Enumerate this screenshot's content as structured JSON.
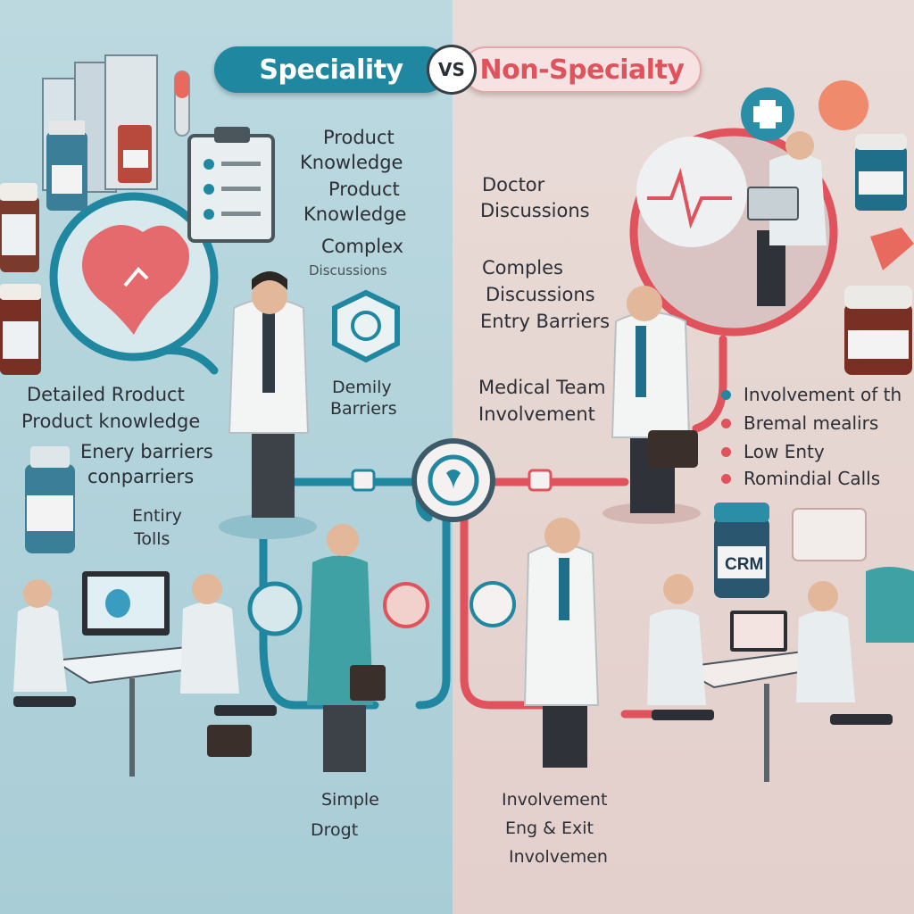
{
  "header": {
    "left_title": "Speciality",
    "vs": "VS",
    "right_title": "Non-Specialty"
  },
  "left_top_labels": [
    "Product",
    "Knowledge",
    "Product",
    "Knowledge",
    "Complex",
    "Discussions"
  ],
  "left_center_labels": [
    "Demily",
    "Barriers"
  ],
  "left_side_labels": [
    "Detailed Rroduct",
    "Product knowledge",
    "Enery barriers",
    "conparriers",
    "Entiry",
    "Tolls"
  ],
  "right_top_labels": [
    "Doctor",
    "Discussions",
    "Comples",
    "Discussions",
    "Entry Barriers",
    "Medical Team",
    "Involvement"
  ],
  "right_legend": [
    {
      "text": "Involvement of th",
      "color": "#1f87a0"
    },
    {
      "text": "Bremal mealirs",
      "color": "#e0525c"
    },
    {
      "text": "Low Enty",
      "color": "#e0525c"
    },
    {
      "text": "Romindial Calls",
      "color": "#e0525c"
    }
  ],
  "bottom_left": [
    "Simple",
    "Drogt"
  ],
  "bottom_right": [
    "Involvement",
    "Eng & Exit",
    "Involvemen"
  ],
  "crm_label": "CRM",
  "colors": {
    "left_bg": "#b9d8df",
    "right_bg": "#e8d9d6",
    "teal": "#1f87a0",
    "coral": "#e0525c"
  }
}
